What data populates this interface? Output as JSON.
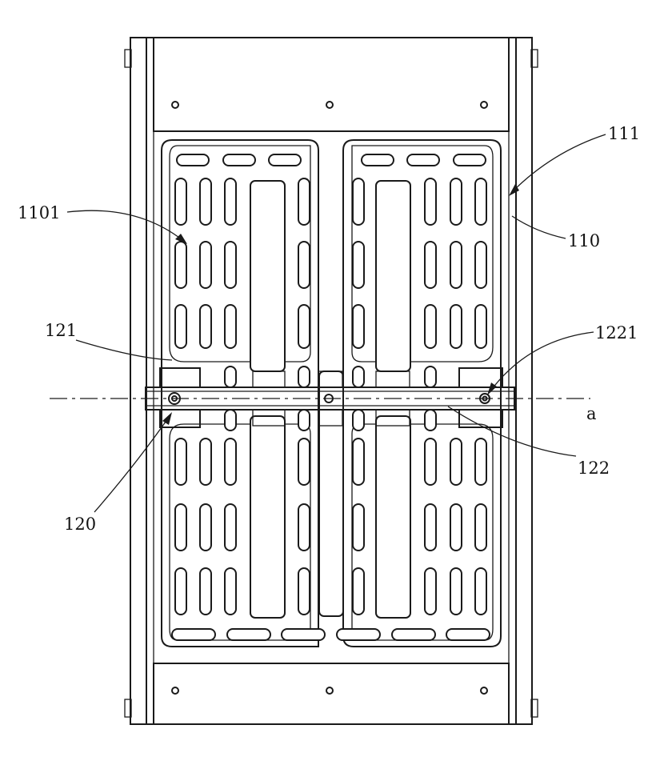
{
  "labels": {
    "l111": "111",
    "l1101": "1101",
    "l110": "110",
    "l121": "121",
    "l1221": "1221",
    "la": "a",
    "l122": "122",
    "l120": "120"
  },
  "colors": {
    "ink": "#1a1a1a",
    "shade": "#d8d8d8",
    "background": "#ffffff"
  }
}
